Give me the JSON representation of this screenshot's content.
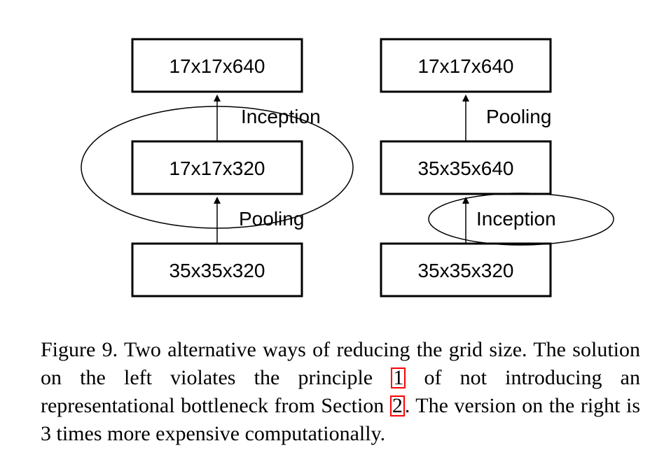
{
  "left": {
    "top_box": "17x17x640",
    "mid_box": "17x17x320",
    "bottom_box": "35x35x320",
    "upper_label": "Inception",
    "lower_label": "Pooling"
  },
  "right": {
    "top_box": "17x17x640",
    "mid_box": "35x35x640",
    "bottom_box": "35x35x320",
    "upper_label": "Pooling",
    "lower_label": "Inception"
  },
  "caption": {
    "part1": "Figure 9. Two alternative ways of reducing the grid size. The solution on the left violates the principle ",
    "ref1": "1",
    "part2": " of not introducing an representational bottleneck from Section ",
    "ref2": "2",
    "part3": ". The version on the right is 3 times more expensive computationally."
  }
}
